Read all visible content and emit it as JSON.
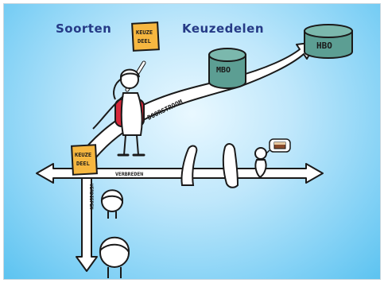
{
  "title": {
    "left": "Soorten",
    "right": "Keuzedelen"
  },
  "labels": {
    "keuzedeel_top_1": "KEUZE",
    "keuzedeel_top_2": "DEEL",
    "keuzedeel_mid_1": "KEUZE",
    "keuzedeel_mid_2": "DEEL",
    "mbo": "MBO",
    "hbo": "HBO",
    "doorstroom": "DOORSTROOM",
    "verbreden": "VERBREDEN",
    "verdiepen": "VERDIEPEN"
  },
  "colors": {
    "background": "#7fd0f5",
    "title": "#253a86",
    "keuzedeel": "#f6b740",
    "cylinder": "#5c9e93",
    "backpack": "#d7283a",
    "arrow_fill": "#ffffff",
    "outline": "#1a1a1a"
  }
}
